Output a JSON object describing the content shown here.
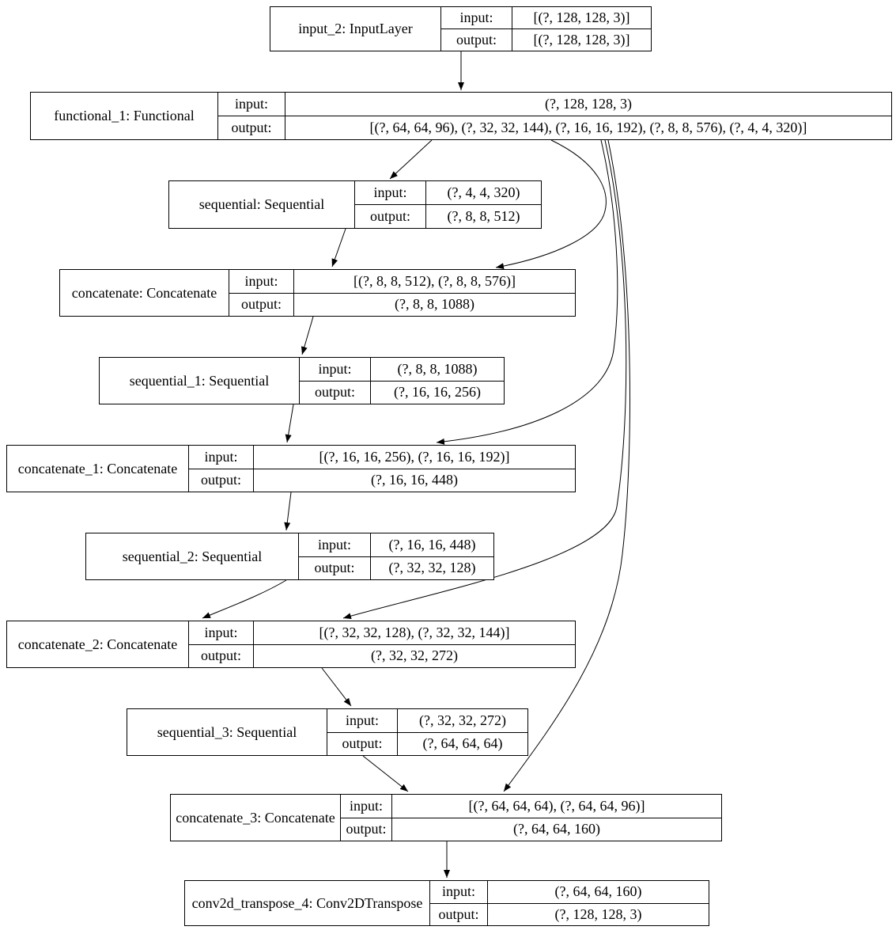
{
  "diagram": {
    "type": "keras-model-plot",
    "row_labels": {
      "input": "input:",
      "output": "output:"
    },
    "nodes": [
      {
        "id": "input_2",
        "title": "input_2: InputLayer",
        "input": "[(?, 128, 128, 3)]",
        "output": "[(?, 128, 128, 3)]"
      },
      {
        "id": "functional_1",
        "title": "functional_1: Functional",
        "input": "(?, 128, 128, 3)",
        "output": "[(?, 64, 64, 96), (?, 32, 32, 144), (?, 16, 16, 192), (?, 8, 8, 576), (?, 4, 4, 320)]"
      },
      {
        "id": "sequential",
        "title": "sequential: Sequential",
        "input": "(?, 4, 4, 320)",
        "output": "(?, 8, 8, 512)"
      },
      {
        "id": "concatenate",
        "title": "concatenate: Concatenate",
        "input": "[(?, 8, 8, 512), (?, 8, 8, 576)]",
        "output": "(?, 8, 8, 1088)"
      },
      {
        "id": "sequential_1",
        "title": "sequential_1: Sequential",
        "input": "(?, 8, 8, 1088)",
        "output": "(?, 16, 16, 256)"
      },
      {
        "id": "concatenate_1",
        "title": "concatenate_1: Concatenate",
        "input": "[(?, 16, 16, 256), (?, 16, 16, 192)]",
        "output": "(?, 16, 16, 448)"
      },
      {
        "id": "sequential_2",
        "title": "sequential_2: Sequential",
        "input": "(?, 16, 16, 448)",
        "output": "(?, 32, 32, 128)"
      },
      {
        "id": "concatenate_2",
        "title": "concatenate_2: Concatenate",
        "input": "[(?, 32, 32, 128), (?, 32, 32, 144)]",
        "output": "(?, 32, 32, 272)"
      },
      {
        "id": "sequential_3",
        "title": "sequential_3: Sequential",
        "input": "(?, 32, 32, 272)",
        "output": "(?, 64, 64, 64)"
      },
      {
        "id": "concatenate_3",
        "title": "concatenate_3: Concatenate",
        "input": "[(?, 64, 64, 64), (?, 64, 64, 96)]",
        "output": "(?, 64, 64, 160)"
      },
      {
        "id": "conv2d_transpose_4",
        "title": "conv2d_transpose_4: Conv2DTranspose",
        "input": "(?, 64, 64, 160)",
        "output": "(?, 128, 128, 3)"
      }
    ],
    "edges": [
      {
        "from": "input_2",
        "to": "functional_1"
      },
      {
        "from": "functional_1",
        "to": "sequential"
      },
      {
        "from": "functional_1",
        "to": "concatenate"
      },
      {
        "from": "sequential",
        "to": "concatenate"
      },
      {
        "from": "concatenate",
        "to": "sequential_1"
      },
      {
        "from": "sequential_1",
        "to": "concatenate_1"
      },
      {
        "from": "functional_1",
        "to": "concatenate_1"
      },
      {
        "from": "concatenate_1",
        "to": "sequential_2"
      },
      {
        "from": "sequential_2",
        "to": "concatenate_2"
      },
      {
        "from": "functional_1",
        "to": "concatenate_2"
      },
      {
        "from": "concatenate_2",
        "to": "sequential_3"
      },
      {
        "from": "sequential_3",
        "to": "concatenate_3"
      },
      {
        "from": "functional_1",
        "to": "concatenate_3"
      },
      {
        "from": "concatenate_3",
        "to": "conv2d_transpose_4"
      }
    ],
    "colors": {
      "background": "#ffffff",
      "node_fill": "#ffffff",
      "node_border": "#000000",
      "edge": "#000000",
      "text": "#000000"
    }
  }
}
